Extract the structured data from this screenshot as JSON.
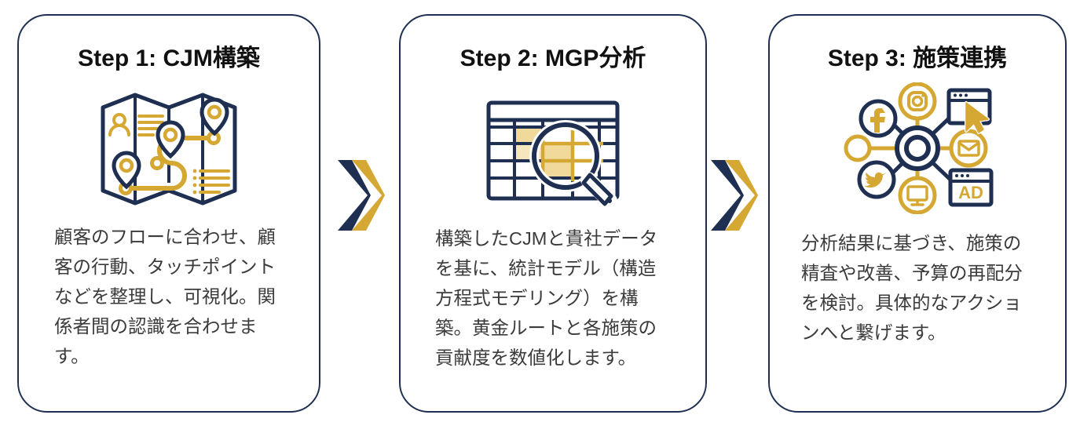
{
  "palette": {
    "navy": "#1e2f52",
    "gold": "#d5a733",
    "gold_light": "#e8c86a",
    "gold_fill": "#f0d99b",
    "text": "#3b3b3b",
    "title": "#111111",
    "background": "#ffffff"
  },
  "steps": [
    {
      "title": "Step 1: CJM構築",
      "icon": "folded-map-route-icon",
      "body": "顧客のフローに合わせ、顧客の行動、タッチポイントなどを整理し、可視化。関係者間の認識を合わせます。"
    },
    {
      "title": "Step 2: MGP分析",
      "icon": "spreadsheet-magnifier-icon",
      "body": "構築したCJMと貴社データを基に、統計モデル（構造方程式モデリング）を構築。黄金ルートと各施策の貢献度を数値化します。"
    },
    {
      "title": "Step 3: 施策連携",
      "icon": "marketing-channel-hub-icon",
      "body": "分析結果に基づき、施策の精査や改善、予算の再配分を検討。具体的なアクションへと繋げます。"
    }
  ],
  "connectors": [
    {
      "name": "chevron-arrow-1",
      "glyph": "double-chevron-right"
    },
    {
      "name": "chevron-arrow-2",
      "glyph": "double-chevron-right"
    }
  ],
  "icon_labels": {
    "ad_banner": "AD"
  }
}
